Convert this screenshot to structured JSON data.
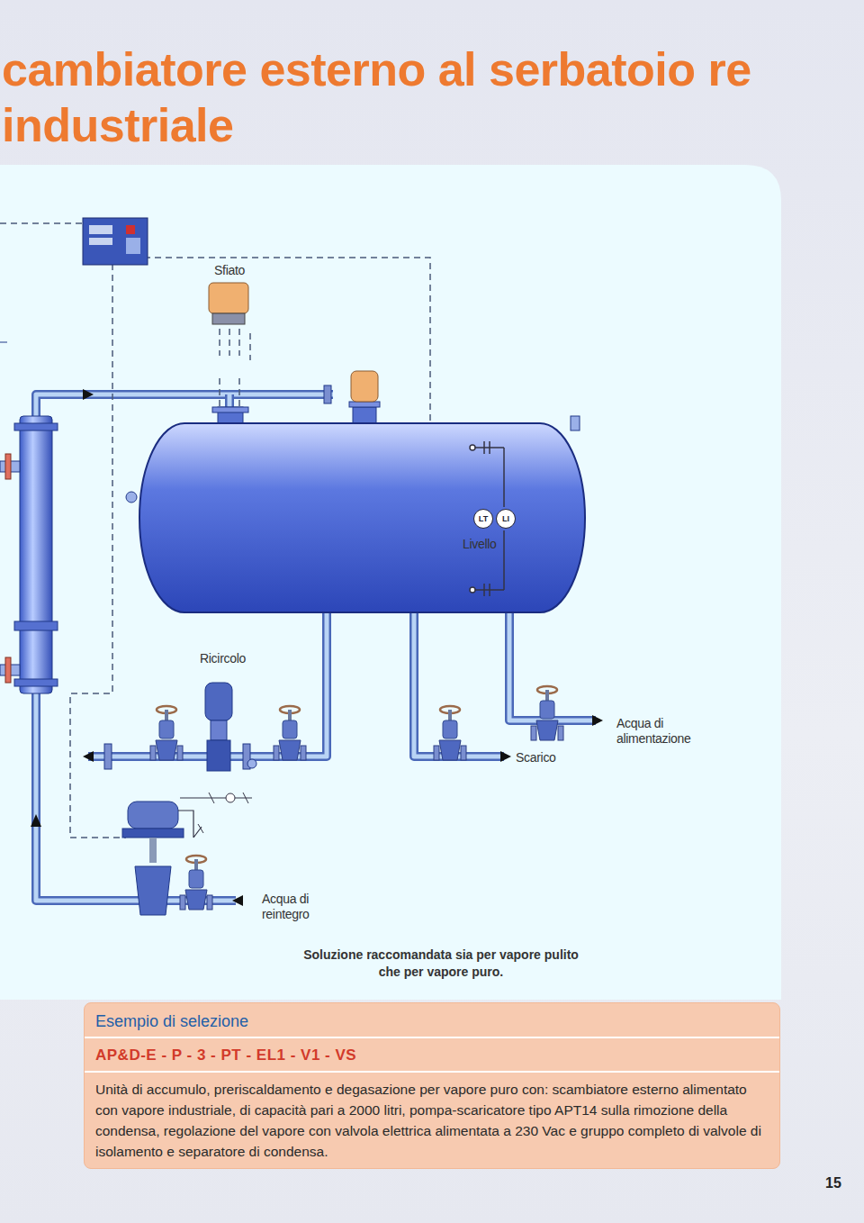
{
  "diagram": {
    "title": "cambiatore esterno al serbatoio re industriale",
    "caption": "Soluzione raccomandata sia per vapore pulito che per vapore puro.",
    "nodes": [
      {
        "text": [
          "LT"
        ]
      },
      {
        "text": [
          "LI"
        ]
      },
      {
        "text": [
          "Esempio di selezione",
          "AP&D-E - P - 3 - PT - EL1 - V1 - VS",
          "Unità di accumulo, preriscaldamento e degasazione per vapore puro con: scambiatore esterno alimentato con vapore industriale, di capacità pari a 2000 litri, pompa-scaricatore tipo APT14 sulla rimozione della condensa, regolazione del vapore con valvola elettrica alimentata a 230 Vac e gruppo completo di valvole di isolamento e separatore di condensa."
        ]
      }
    ],
    "labels": [
      "Sfiato",
      "Livello",
      "Ricircolo",
      "Scarico",
      "Acqua di alimentazione",
      "Acqua di reintegro",
      "15"
    ]
  }
}
